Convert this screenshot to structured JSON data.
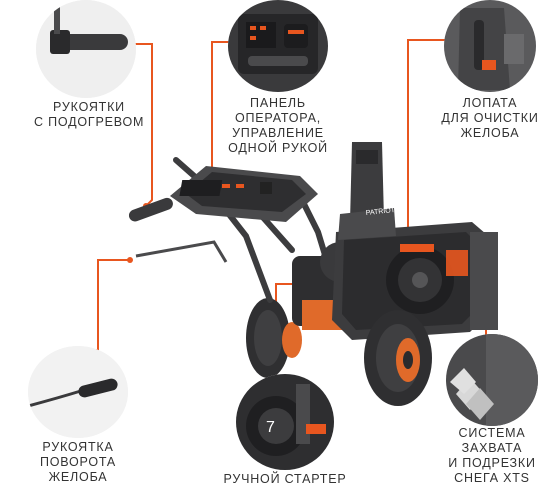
{
  "labels": {
    "heated_handles": [
      "РУКОЯТКИ",
      "С ПОДОГРЕВОМ"
    ],
    "operator_panel": [
      "ПАНЕЛЬ",
      "ОПЕРАТОРА,",
      "УПРАВЛЕНИЕ",
      "ОДНОЙ РУКОЙ"
    ],
    "chute_shovel": [
      "ЛОПАТА",
      "ДЛЯ ОЧИСТКИ",
      "ЖЕЛОБА"
    ],
    "chute_handle": [
      "РУКОЯТКА",
      "ПОВОРОТА",
      "ЖЕЛОБА"
    ],
    "manual_starter": [
      "РУЧНОЙ СТАРТЕР"
    ],
    "xts_system": [
      "СИСТЕМА",
      "ЗАХВАТА",
      "И ПОДРЕЗКИ",
      "СНЕГА XTS"
    ]
  },
  "brand": {
    "logo_text": "PATRIOT",
    "starter_badge": "7"
  },
  "colors": {
    "accent": "#e8561f",
    "machine_dark": "#3c3c3e",
    "machine_mid": "#5a5a5c",
    "orange_part": "#e06a2a",
    "text": "#333333"
  }
}
